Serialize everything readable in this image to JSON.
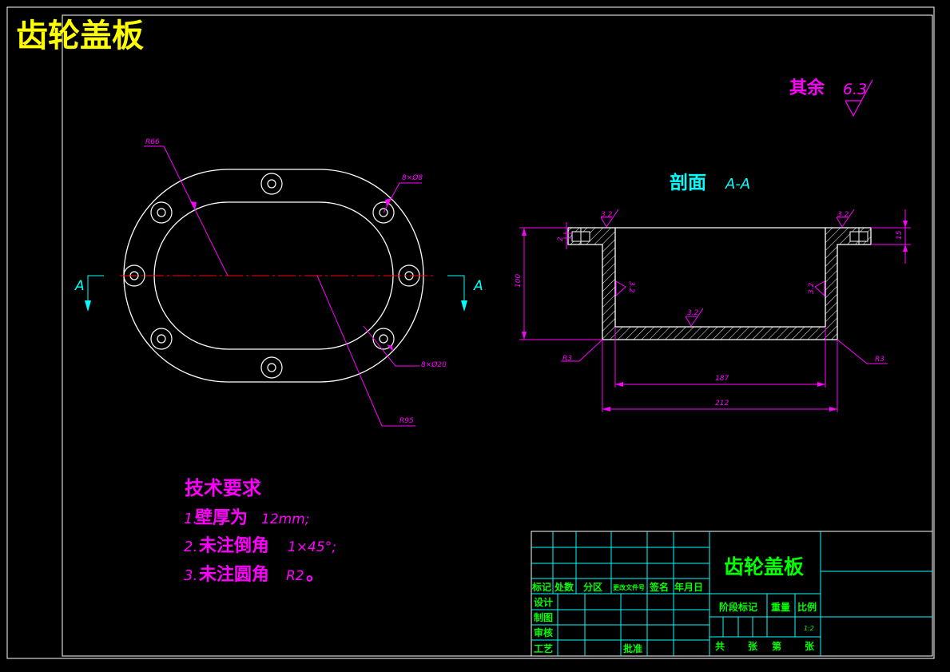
{
  "title": "齿轮盖板",
  "roughness_note": {
    "label": "其余",
    "value": "6.3"
  },
  "section": {
    "label": "剖面",
    "id": "A-A"
  },
  "cut_marker": "A",
  "plan_dims": {
    "r_inner": "R66",
    "r_outer": "R95",
    "small_holes": "8×Ø8",
    "large_holes": "8×Ø20"
  },
  "section_dims": {
    "height": "100",
    "flange": "15",
    "lip": "2",
    "inner_width": "187",
    "outer_width": "212",
    "fillet_left": "R3",
    "fillet_right": "R3",
    "roughness_top_left": "3.2",
    "roughness_top_right": "3.2",
    "roughness_wall_left": "3.2",
    "roughness_wall_right": "3.2",
    "roughness_bottom": "3.2"
  },
  "tech": {
    "heading": "技术要求",
    "items": [
      {
        "num": "1.",
        "text": "壁厚为",
        "value": "12mm;"
      },
      {
        "num": "2.",
        "text": "未注倒角",
        "value": "1×45°;"
      },
      {
        "num": "3.",
        "text": "未注圆角",
        "value": "R2",
        "tail": "。"
      }
    ]
  },
  "titleblock": {
    "part_name": "齿轮盖板",
    "col_mark": "标记",
    "col_count": "处数",
    "col_zone": "分区",
    "col_docno": "更改文件号",
    "col_sign": "签名",
    "col_date": "年月日",
    "design": "设计",
    "drafting": "制图",
    "review": "审核",
    "process": "工艺",
    "approve": "批准",
    "stage": "阶段标记",
    "weight": "重量",
    "ratio": "比例",
    "ratio_value": "1:2",
    "total": "共",
    "sheets": "张",
    "no": "第",
    "sheet": "张"
  },
  "colors": {
    "background": "#000000",
    "outline": "#ffffff",
    "frame": "#ffffff",
    "dimension": "#ff00ff",
    "centerline": "#ff0000",
    "title": "#ffff00",
    "section_label": "#00ffff",
    "table_line": "#00ffff",
    "table_text": "#00ff00",
    "hatch": "#ffffff"
  }
}
